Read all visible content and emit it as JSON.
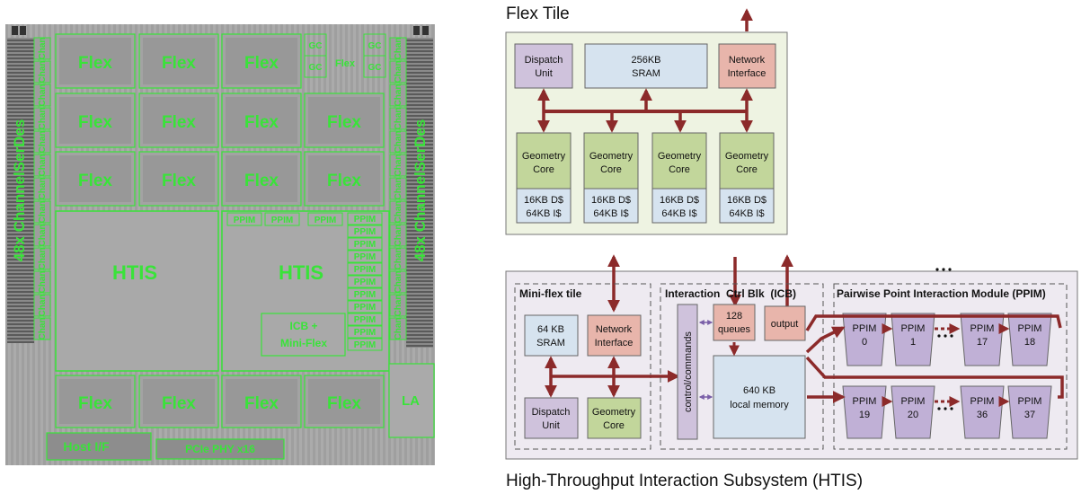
{
  "die": {
    "flex_label": "Flex",
    "gc_label": "GC",
    "chan_label": "Chan",
    "serdes_label": "48x ChannelSerDes",
    "htis_label": "HTIS",
    "ppim_label": "PPIM",
    "icb_line1": "ICB +",
    "icb_line2": "Mini-Flex",
    "la_label": "LA",
    "host_label": "Host I/F",
    "pcie_label": "PCIe PHY x16"
  },
  "flex_tile": {
    "title": "Flex Tile",
    "dispatch": [
      "Dispatch",
      "Unit"
    ],
    "sram": [
      "256KB",
      "SRAM"
    ],
    "network": [
      "Network",
      "Interface"
    ],
    "core": [
      "Geometry",
      "Core"
    ],
    "cache": [
      "16KB D$",
      "64KB I$"
    ]
  },
  "htis": {
    "title": "High-Throughput Interaction Subsystem (HTIS)",
    "miniflex_title": "Mini-flex tile",
    "mf_sram": [
      "64 KB",
      "SRAM"
    ],
    "mf_network": [
      "Network",
      "Interface"
    ],
    "mf_dispatch": [
      "Dispatch",
      "Unit"
    ],
    "mf_core": [
      "Geometry",
      "Core"
    ],
    "icb_title": "Interaction  Ctrl Blk  (ICB)",
    "control": "control/commands",
    "queues": [
      "128",
      "queues"
    ],
    "output": "output",
    "local_mem": [
      "640 KB",
      "local memory"
    ],
    "ppim_title": "Pairwise Point Interaction Module (PPIM)",
    "ppim_top": [
      "0",
      "1",
      "17",
      "18"
    ],
    "ppim_bottom": [
      "19",
      "20",
      "36",
      "37"
    ]
  },
  "colors": {
    "green_label": "#39e339",
    "purple": "#cfc2dc",
    "blue": "#d6e3ef",
    "pink": "#e8b5ab",
    "green": "#c2d69b",
    "arrow": "#8c2a2a"
  }
}
